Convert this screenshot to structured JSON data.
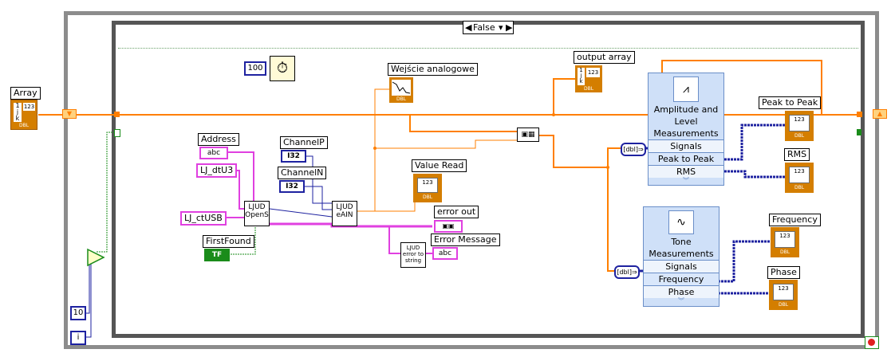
{
  "case_selector": {
    "value": "False"
  },
  "controls": {
    "array": {
      "label": "Array",
      "type": "123"
    },
    "address": {
      "label": "Address",
      "type": "abc"
    },
    "lj_dtu3": {
      "label": "LJ_dtU3"
    },
    "lj_ctusb": {
      "label": "LJ_ctUSB"
    },
    "firstfound": {
      "label": "FirstFound",
      "type": "TF"
    },
    "channelp": {
      "label": "ChannelP",
      "type": "I32"
    },
    "channeln": {
      "label": "ChannelN",
      "type": "I32"
    }
  },
  "constants": {
    "wait_ms": "100",
    "loop_count": "10",
    "iteration": "i"
  },
  "subvis": {
    "ljud_opens": "LJUD OpenS",
    "ljud_eain": "LJUD eAIN",
    "ljud_error": "LJUD error to string"
  },
  "indicators": {
    "wejscie": {
      "label": "Wejście analogowe",
      "tag": "DBL"
    },
    "output_array": {
      "label": "output array",
      "tag": "DBL",
      "type": "123"
    },
    "value_read": {
      "label": "Value Read",
      "tag": "DBL",
      "type": "123"
    },
    "error_out": {
      "label": "error out"
    },
    "error_message": {
      "label": "Error Message",
      "type": "abc"
    },
    "peak_to_peak": {
      "label": "Peak to Peak",
      "tag": "DBL",
      "type": "123"
    },
    "rms": {
      "label": "RMS",
      "tag": "DBL",
      "type": "123"
    },
    "frequency": {
      "label": "Frequency",
      "tag": "DBL",
      "type": "123"
    },
    "phase": {
      "label": "Phase",
      "tag": "DBL",
      "type": "123"
    }
  },
  "express_vis": {
    "amplitude": {
      "title_lines": [
        "Amplitude and",
        "Level",
        "Measurements"
      ],
      "terms": [
        "Signals",
        "Peak to Peak",
        "RMS"
      ]
    },
    "tone": {
      "title_lines": [
        "Tone",
        "Measurements"
      ],
      "terms": [
        "Signals",
        "Frequency",
        "Phase"
      ]
    }
  },
  "colors": {
    "orange_wire": "#ff7f00",
    "pink_wire": "#e040e0",
    "blue_wire": "#1e22a0",
    "green_wire": "#1a8c1a",
    "frame": "#8a8a8a"
  }
}
